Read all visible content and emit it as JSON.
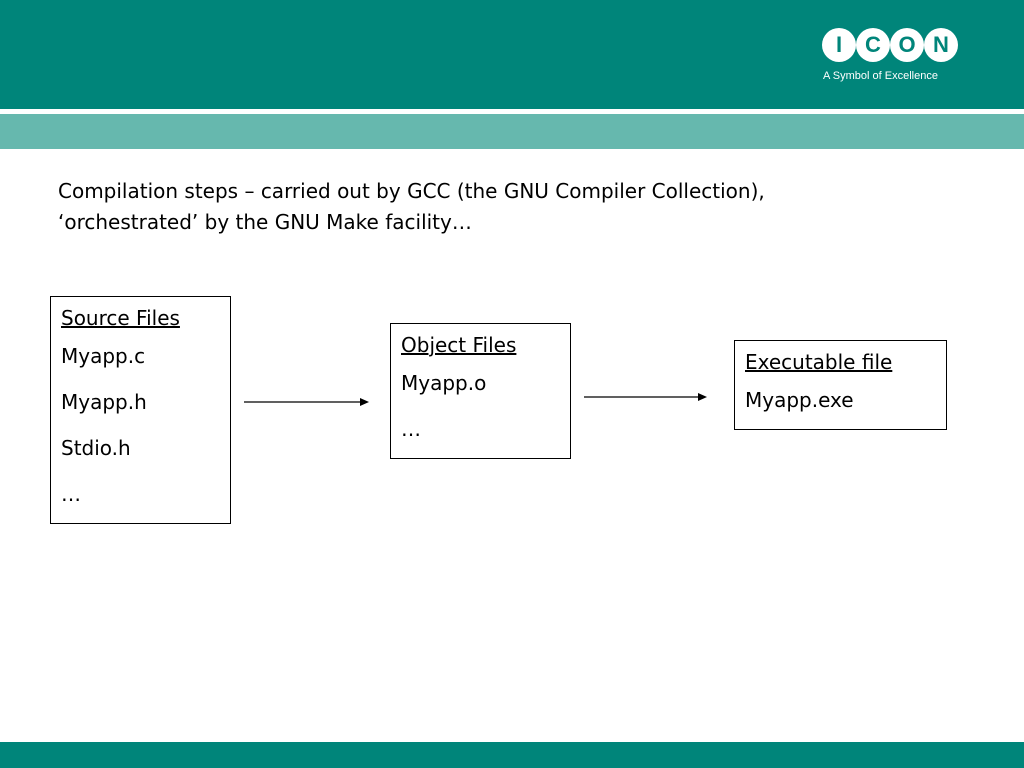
{
  "theme": {
    "primary": "#00857a",
    "stripe": "#66b8ae",
    "logo_ink": "#00857a"
  },
  "logo": {
    "letters": [
      "I",
      "C",
      "O",
      "N"
    ],
    "tagline": "A Symbol of Excellence"
  },
  "intro": {
    "line1": "Compilation steps – carried out by GCC (the GNU Compiler Collection),",
    "line2": "‘orchestrated’ by the GNU Make facility…"
  },
  "boxes": {
    "source": {
      "heading": "Source Files",
      "items": [
        "Myapp.c",
        "Myapp.h",
        "Stdio.h",
        "…"
      ]
    },
    "object": {
      "heading": "Object Files",
      "items": [
        "Myapp.o",
        "…"
      ]
    },
    "executable": {
      "heading": "Executable file",
      "items": [
        "Myapp.exe"
      ]
    }
  }
}
